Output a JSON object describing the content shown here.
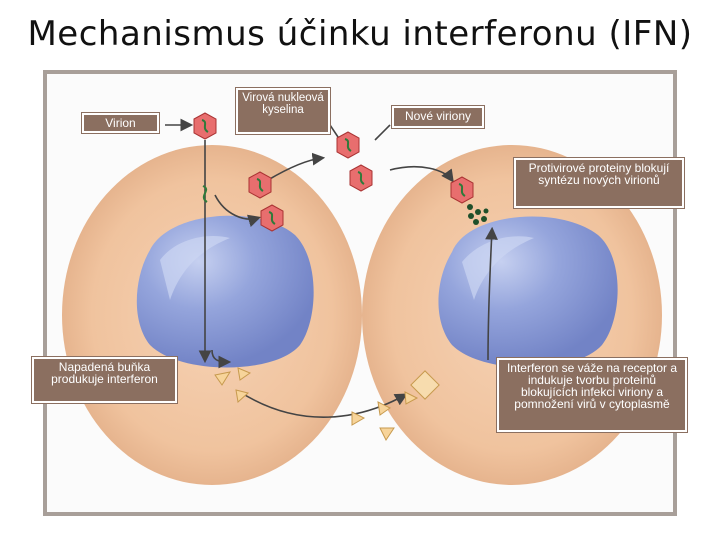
{
  "slide": {
    "title": "Mechanismus účinku interferonu (IFN)"
  },
  "labels": {
    "virion": "Virion",
    "viral_nucleic_acid": "Virová nukleová kyselina",
    "new_virions": "Nové viriony",
    "antiviral_proteins": "Protivirové proteiny blokují syntézu nových virionů",
    "infected_cell": "Napadená buňka produkuje interferon",
    "interferon_binding": "Interferon se váže na receptor a indukuje tvorbu proteinů blokujících infekci viriony a pomnožení virů v cytoplasmě"
  },
  "colors": {
    "cytoplasm": "#f2c7a3",
    "nucleus": "#8f9fd6",
    "virion": "#e86e6e",
    "nucleic_acid": "#2f7a3a",
    "interferon": "#f7d49a",
    "label_bg": "#8b6f60"
  }
}
